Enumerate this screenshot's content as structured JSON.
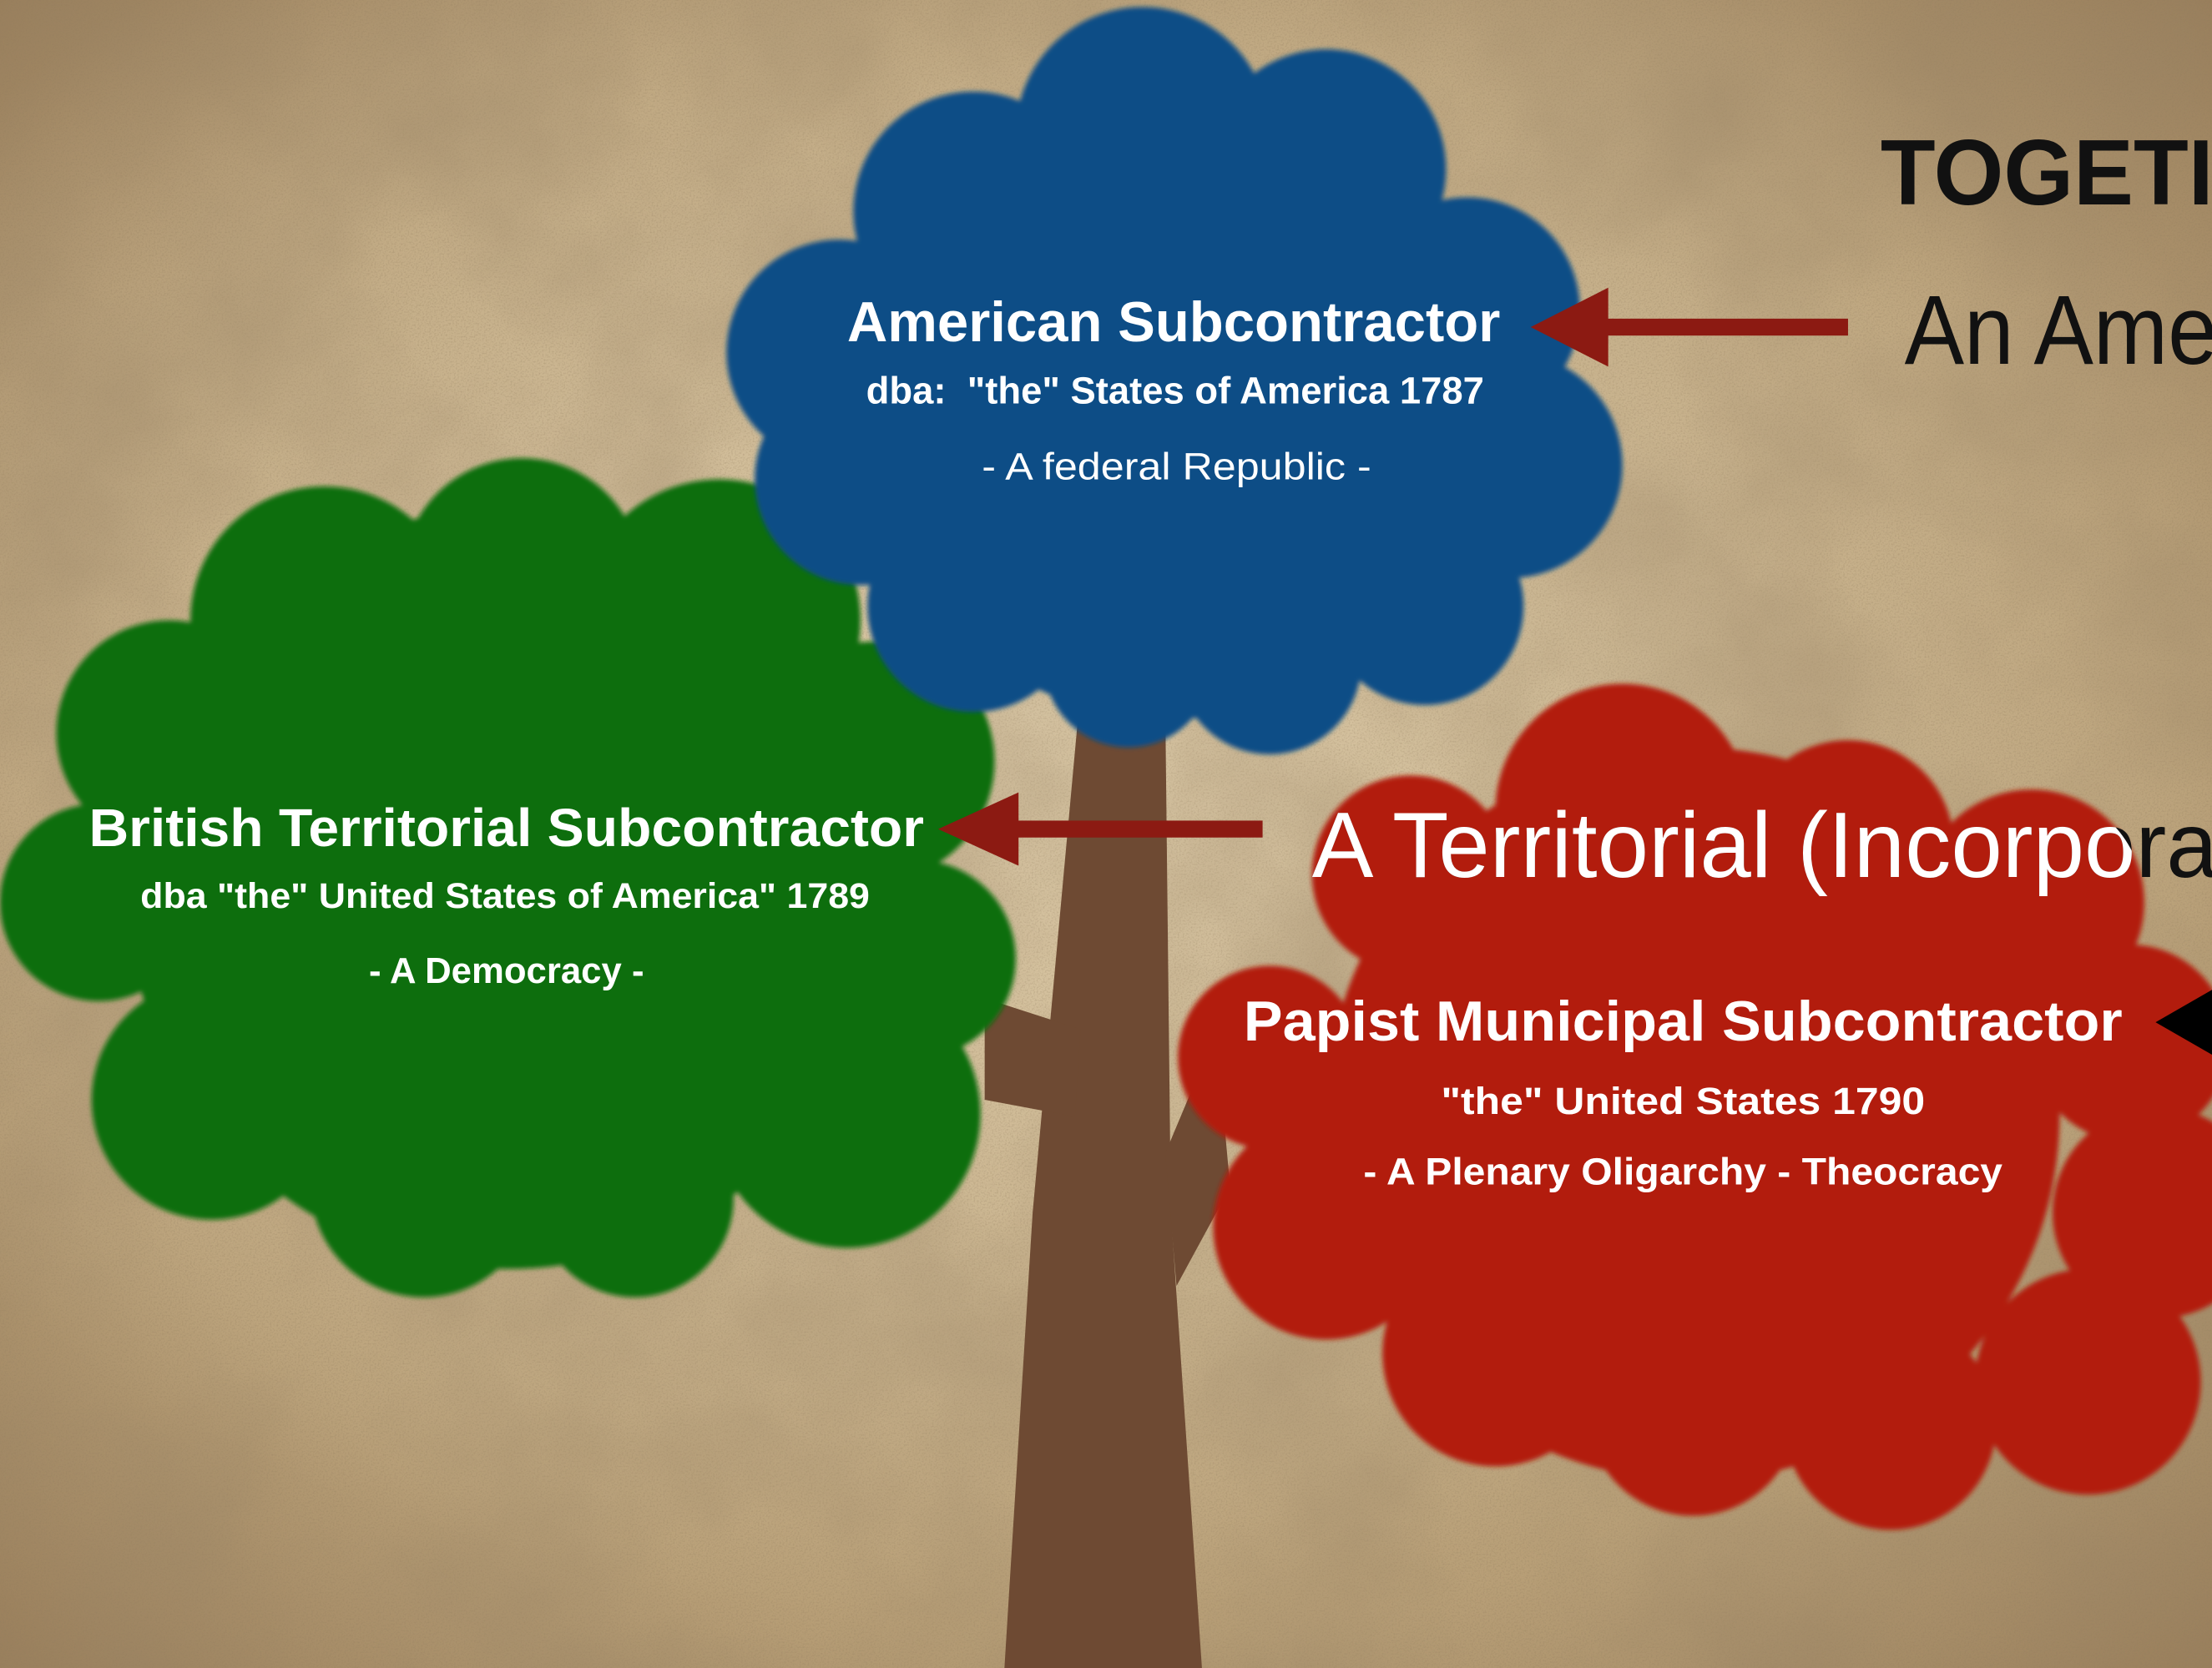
{
  "clouds": {
    "american": {
      "title": "American Subcontractor",
      "subtitle": "dba:  \"the\" States of America 1787",
      "description": "- A federal Republic -",
      "color": "#0f4e86"
    },
    "british": {
      "title": "British Territorial Subcontractor",
      "subtitle": "dba \"the\" United States of America\" 1789",
      "description": "- A Democracy -",
      "color": "#0e6e10"
    },
    "papist": {
      "title": "Papist Municipal Subcontractor",
      "subtitle": "\"the\" United States 1790",
      "description": "- A Plenary Oligarchy - Theocracy",
      "color": "#b21a0a"
    }
  },
  "side_text": {
    "heading": "TOGETI",
    "american_line": "An Ame",
    "territorial_line": "A Territorial (Incorpora"
  },
  "colors": {
    "trunk": "#6e4a33",
    "arrow": "#8c1a12",
    "pointer": "#000000"
  }
}
